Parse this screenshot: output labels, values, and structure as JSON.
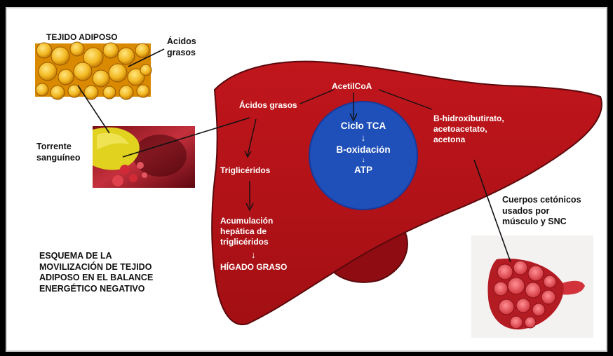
{
  "colors": {
    "liver": "#b31217",
    "liver_edge": "#6e0a0e",
    "circle": "#1f4fb8",
    "fat": "#f2b720",
    "muscle": "#e0434a"
  },
  "adipose": {
    "title": "TEJIDO ADIPOSO",
    "fatty_acids": [
      "Ácidos",
      "grasos"
    ]
  },
  "bloodstream": [
    "Torrente",
    "sanguíneo"
  ],
  "liver": {
    "fatty_acids": "Ácidos grasos",
    "acetylcoa": "AcetilCoA",
    "ketones": [
      "B-hidroxibutirato,",
      "acetoacetato,",
      "acetona"
    ],
    "triglycerides": "Triglicéridos",
    "accumulation": [
      "Acumulación",
      "hepática de",
      "triglicéridos"
    ],
    "arrow_glyph": "↓",
    "fatty_liver": "HÍGADO GRASO"
  },
  "cycle": {
    "tca": "Ciclo TCA",
    "arrow_glyph": "↓",
    "beta_ox": "B-oxidación",
    "arrow_small": "↓",
    "atp": "ATP"
  },
  "muscle": [
    "Cuerpos cetónicos",
    "usados por",
    "músculo y SNC"
  ],
  "caption": [
    "ESQUEMA DE LA",
    "MOVILIZACIÓN DE TEJIDO",
    "ADIPOSO EN EL BALANCE",
    "ENERGÉTICO NEGATIVO"
  ]
}
